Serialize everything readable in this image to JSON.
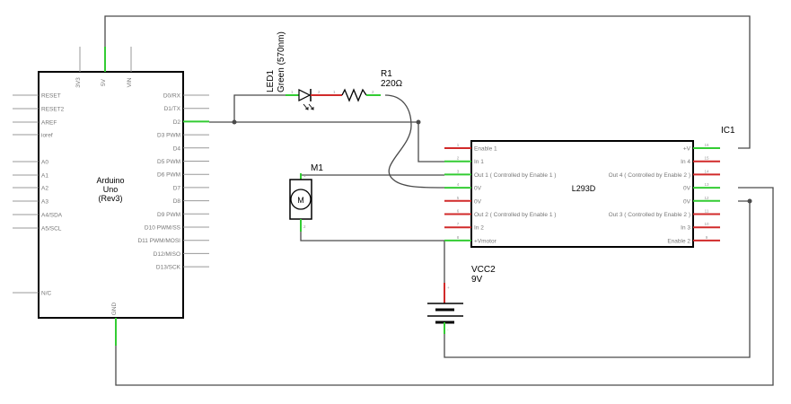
{
  "arduino": {
    "name_line1": "Arduino",
    "name_line2": "Uno",
    "name_line3": "(Rev3)",
    "left_pins": [
      "RESET",
      "RESET2",
      "AREF",
      "ioref",
      "A0",
      "A1",
      "A2",
      "A3",
      "A4/SDA",
      "A5/SCL",
      "N/C"
    ],
    "right_pins": [
      "D0/RX",
      "D1/TX",
      "D2",
      "D3 PWM",
      "D4",
      "D5 PWM",
      "D6 PWM",
      "D7",
      "D8",
      "D9 PWM",
      "D10 PWM/SS",
      "D11 PWM/MOSI",
      "D12/MISO",
      "D13/SCK"
    ],
    "top_pins": [
      "3V3",
      "5V",
      "VIN"
    ],
    "bottom_pin": "GND"
  },
  "led": {
    "ref": "LED1",
    "desc": "Green (570nm)",
    "pin1": "1",
    "pin2": "2"
  },
  "resistor": {
    "ref": "R1",
    "value": "220Ω",
    "pin1": "1",
    "pin2": "2"
  },
  "ic": {
    "ref": "IC1",
    "name": "L293D",
    "left_pins": [
      {
        "num": "1",
        "label": "Enable 1"
      },
      {
        "num": "2",
        "label": "In 1"
      },
      {
        "num": "3",
        "label": "Out 1 ( Controlled by Enable 1 )"
      },
      {
        "num": "4",
        "label": "0V"
      },
      {
        "num": "5",
        "label": "0V"
      },
      {
        "num": "6",
        "label": "Out 2 ( Controlled by Enable 1 )"
      },
      {
        "num": "7",
        "label": "In 2"
      },
      {
        "num": "8",
        "label": "+Vmotor"
      }
    ],
    "right_pins": [
      {
        "num": "16",
        "label": "+V"
      },
      {
        "num": "15",
        "label": "In 4"
      },
      {
        "num": "14",
        "label": "Out 4 ( Controlled by Enable 2 )"
      },
      {
        "num": "13",
        "label": "0V"
      },
      {
        "num": "12",
        "label": "0V"
      },
      {
        "num": "11",
        "label": "Out 3 ( Controlled by Enable 2 )"
      },
      {
        "num": "10",
        "label": "In 3"
      },
      {
        "num": "9",
        "label": "Enable 2"
      }
    ]
  },
  "motor": {
    "ref": "M1",
    "symbol": "M",
    "pin1": "1",
    "pin2": "2"
  },
  "battery": {
    "ref": "VCC2",
    "value": "9V",
    "plus": "+",
    "minus": "-"
  }
}
